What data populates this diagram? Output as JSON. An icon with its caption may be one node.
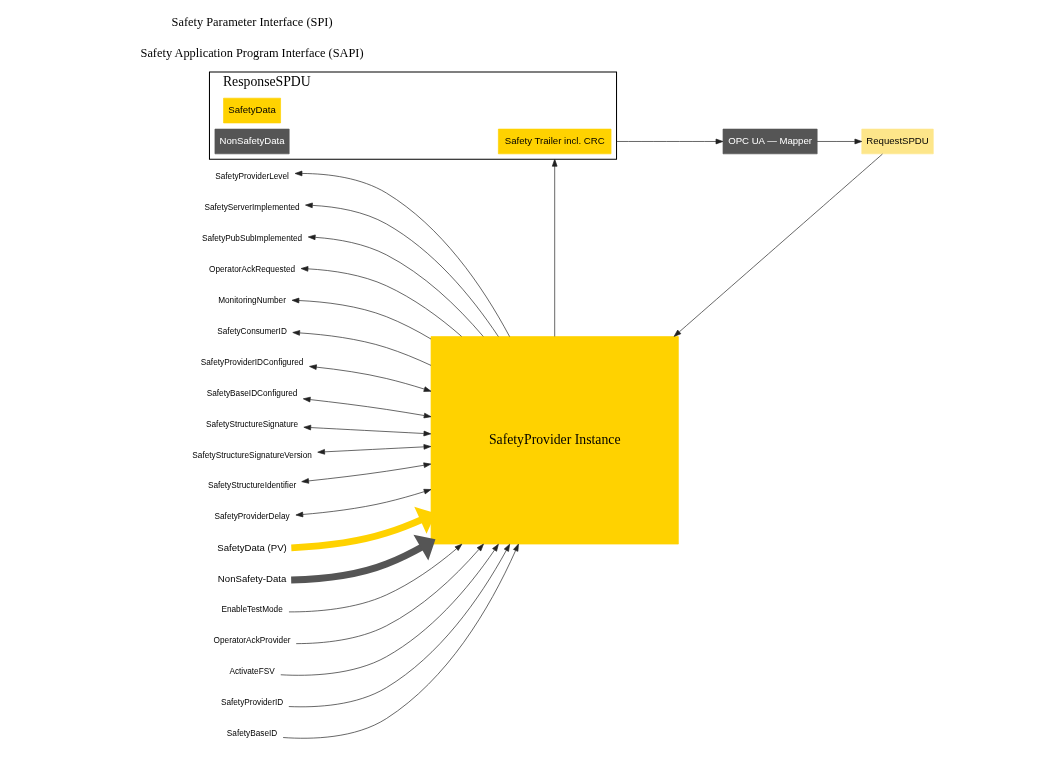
{
  "diagram": {
    "nodes": [
      {
        "text": [
          "SafetyProvider Instance"
        ]
      },
      {
        "text": [
          "SafetyProviderIDConfigured"
        ]
      },
      {
        "text": [
          "SafetyBaseIDConfigured"
        ]
      },
      {
        "text": [
          "SafetyProviderLevel"
        ]
      },
      {
        "text": [
          "SafetyStructureSignature"
        ]
      },
      {
        "text": [
          "SafetyStructureSignatureVersion"
        ]
      },
      {
        "text": [
          "SafetyStructureIdentifier"
        ]
      },
      {
        "text": [
          "SafetyProviderDelay"
        ]
      },
      {
        "text": [
          "SafetyServerImplemented"
        ]
      },
      {
        "text": [
          "SafetyPubSubImplemented"
        ]
      },
      {
        "text": [
          "SafetyData (PV)"
        ]
      },
      {
        "text": [
          "NonSafety-Data"
        ]
      },
      {
        "text": [
          "EnableTestMode"
        ]
      },
      {
        "text": [
          "OperatorAckProvider"
        ]
      },
      {
        "text": [
          "OperatorAckRequested"
        ]
      },
      {
        "text": [
          "ActivateFSV"
        ]
      },
      {
        "text": [
          "MonitoringNumber"
        ]
      },
      {
        "text": [
          "SafetyConsumerID"
        ]
      },
      {
        "text": [
          "SafetyProviderID"
        ]
      },
      {
        "text": [
          "SafetyBaseID"
        ]
      },
      {
        "text": [
          "RequestSPDU"
        ]
      },
      {
        "text": [
          "ResponseSPDU"
        ]
      },
      {
        "text": [
          "SafetyData"
        ],
        "in": 21
      },
      {
        "text": [
          "Safety Trailer incl. CRC"
        ],
        "in": 21
      },
      {
        "text": [
          "NonSafetyData"
        ],
        "in": 21
      },
      {
        "text": [
          "OPC UA — Mapper"
        ]
      }
    ],
    "edges": [
      {
        "from": 1,
        "to": 0,
        "arrow": "both"
      },
      {
        "from": 2,
        "to": 0,
        "arrow": "both"
      },
      {
        "from": 0,
        "to": 3,
        "arrow": "to"
      },
      {
        "from": 4,
        "to": 0,
        "arrow": "both"
      },
      {
        "from": 5,
        "to": 0,
        "arrow": "both"
      },
      {
        "from": 6,
        "to": 0,
        "arrow": "both"
      },
      {
        "from": 7,
        "to": 0,
        "arrow": "both"
      },
      {
        "from": 0,
        "to": 8,
        "arrow": "to"
      },
      {
        "from": 0,
        "to": 9,
        "arrow": "to"
      },
      {
        "from": 10,
        "to": 0,
        "arrow": "to",
        "style": "thick",
        "color": "#ffd200"
      },
      {
        "from": 11,
        "to": 0,
        "arrow": "to",
        "style": "thick",
        "color": "#555555"
      },
      {
        "from": 12,
        "to": 0,
        "arrow": "to"
      },
      {
        "from": 13,
        "to": 0,
        "arrow": "to"
      },
      {
        "from": 0,
        "to": 14,
        "arrow": "to"
      },
      {
        "from": 15,
        "to": 0,
        "arrow": "to"
      },
      {
        "from": 0,
        "to": 16,
        "arrow": "to"
      },
      {
        "from": 0,
        "to": 17,
        "arrow": "to"
      },
      {
        "from": 18,
        "to": 0,
        "arrow": "to"
      },
      {
        "from": 19,
        "to": 0,
        "arrow": "to"
      },
      {
        "from": 20,
        "to": 0,
        "arrow": "to"
      },
      {
        "from": 25,
        "to": 20,
        "arrow": "to"
      },
      {
        "from": 0,
        "to": 21,
        "arrow": "to"
      },
      {
        "from": 21,
        "to": 25,
        "arrow": "to"
      }
    ],
    "labels": [
      "Safety Application Program Interface (SAPI)",
      "Safety Parameter Interface (SPI)"
    ]
  }
}
